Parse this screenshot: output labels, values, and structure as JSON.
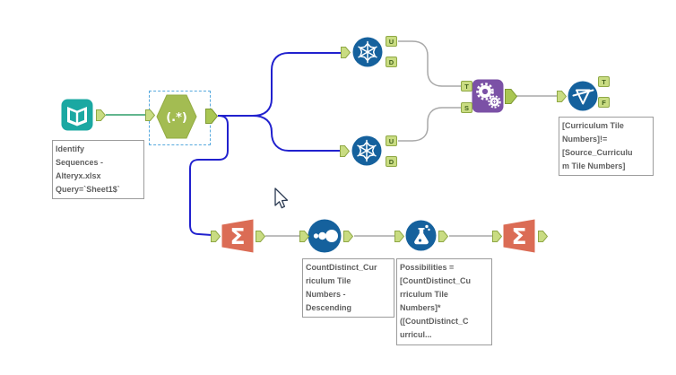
{
  "tools": {
    "input_data": {
      "annotation": "Identify\nSequences -\nAlteryx.xlsx\nQuery=`Sheet1$`"
    },
    "regex": {
      "label": "(.*)"
    },
    "unique_top": {
      "output_u": "U",
      "output_d": "D"
    },
    "unique_bottom": {
      "output_u": "U",
      "output_d": "D"
    },
    "macro": {
      "input_t": "T",
      "input_s": "S"
    },
    "filter": {
      "output_t": "T",
      "output_f": "F",
      "annotation": "[Curriculum Tile\nNumbers]!=\n[Source_Curriculu\nm Tile Numbers]"
    },
    "summarize_left": {
      "glyph": "Σ"
    },
    "sort": {
      "annotation": "CountDistinct_Cur\nriculum Tile\nNumbers -\nDescending"
    },
    "formula": {
      "annotation": "Possibilities =\n[CountDistinct_Cu\nrriculum Tile\nNumbers]*\n([CountDistinct_C\nurricul..."
    },
    "summarize_right": {
      "glyph": "Σ"
    }
  },
  "colors": {
    "canvas_bg": "#FFFFFF",
    "input_teal": "#1BA8A2",
    "regex_olive": "#A3BC52",
    "regex_olive_border": "#93AC43",
    "tool_blue": "#15619D",
    "macro_purple": "#7B51A6",
    "summarize_orange": "#DB6C55",
    "anchor_green": "#C9DC82",
    "anchor_border": "#8FA845",
    "big_anchor_green": "#A9C653",
    "wire_blue": "#2121CE",
    "wire_green": "#2E9E68",
    "wire_gray": "#A8A8A8",
    "selection_dash_blue": "#56A9DE",
    "annotation_text": "#5F5F5F",
    "annotation_border": "#9C9C9C"
  }
}
